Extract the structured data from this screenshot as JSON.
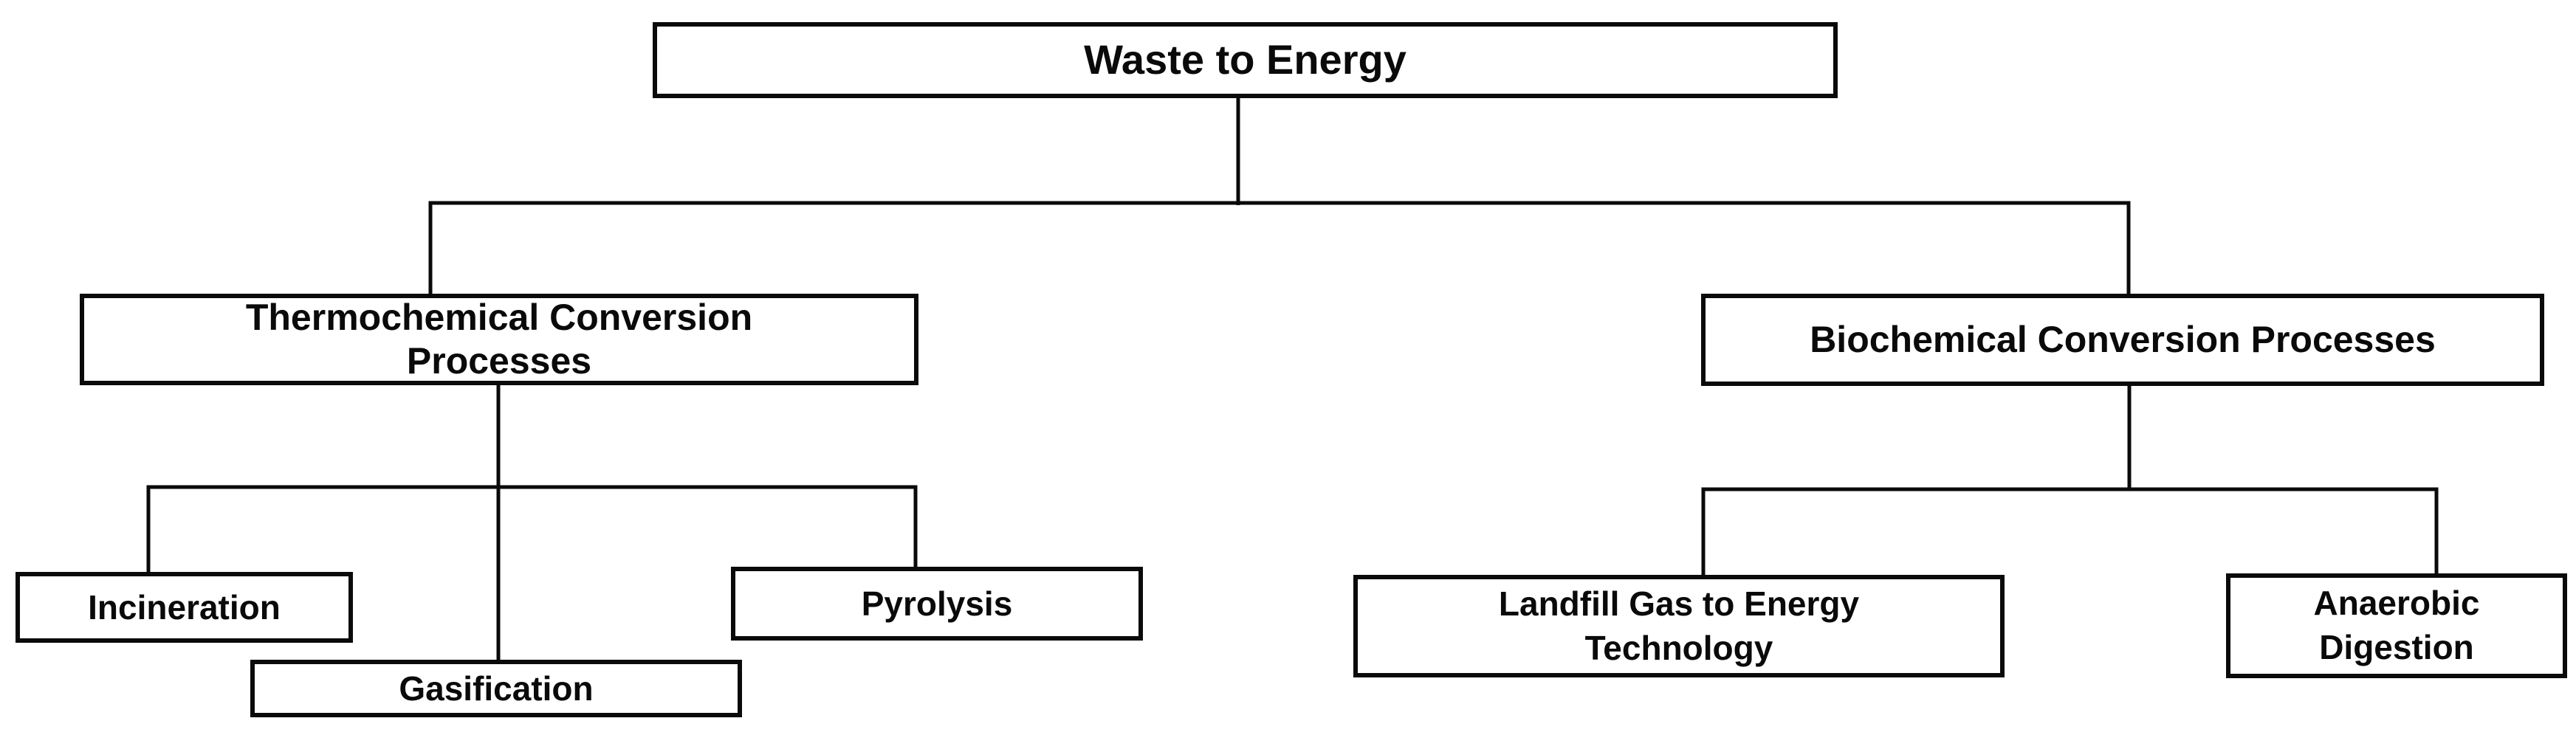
{
  "diagram": {
    "title": "Waste to Energy",
    "type": "hierarchy-flowchart",
    "nodes": {
      "waste": {
        "label": "Waste to Energy"
      },
      "thermo": {
        "label": "Thermochemical Conversion\nProcesses"
      },
      "bio": {
        "label": "Biochemical Conversion Processes"
      },
      "incineration": {
        "label": "Incineration"
      },
      "gasification": {
        "label": "Gasification"
      },
      "pyrolysis": {
        "label": "Pyrolysis"
      },
      "landfill": {
        "label": "Landfill Gas to Energy\nTechnology"
      },
      "anaerobic": {
        "label": "Anaerobic\nDigestion"
      }
    },
    "edges": [
      {
        "from": "Waste to Energy",
        "to": "Thermochemical Conversion Processes"
      },
      {
        "from": "Waste to Energy",
        "to": "Biochemical Conversion Processes"
      },
      {
        "from": "Thermochemical Conversion Processes",
        "to": "Incineration"
      },
      {
        "from": "Thermochemical Conversion Processes",
        "to": "Gasification"
      },
      {
        "from": "Thermochemical Conversion Processes",
        "to": "Pyrolysis"
      },
      {
        "from": "Biochemical Conversion Processes",
        "to": "Landfill Gas to Energy Technology"
      },
      {
        "from": "Biochemical Conversion Processes",
        "to": "Anaerobic Digestion"
      }
    ],
    "colors": {
      "background": "#ffffff",
      "box_fill": "#ffffff",
      "box_border": "#0a0a0a",
      "line": "#0a0a0a",
      "text": "#0a0a0a"
    }
  }
}
